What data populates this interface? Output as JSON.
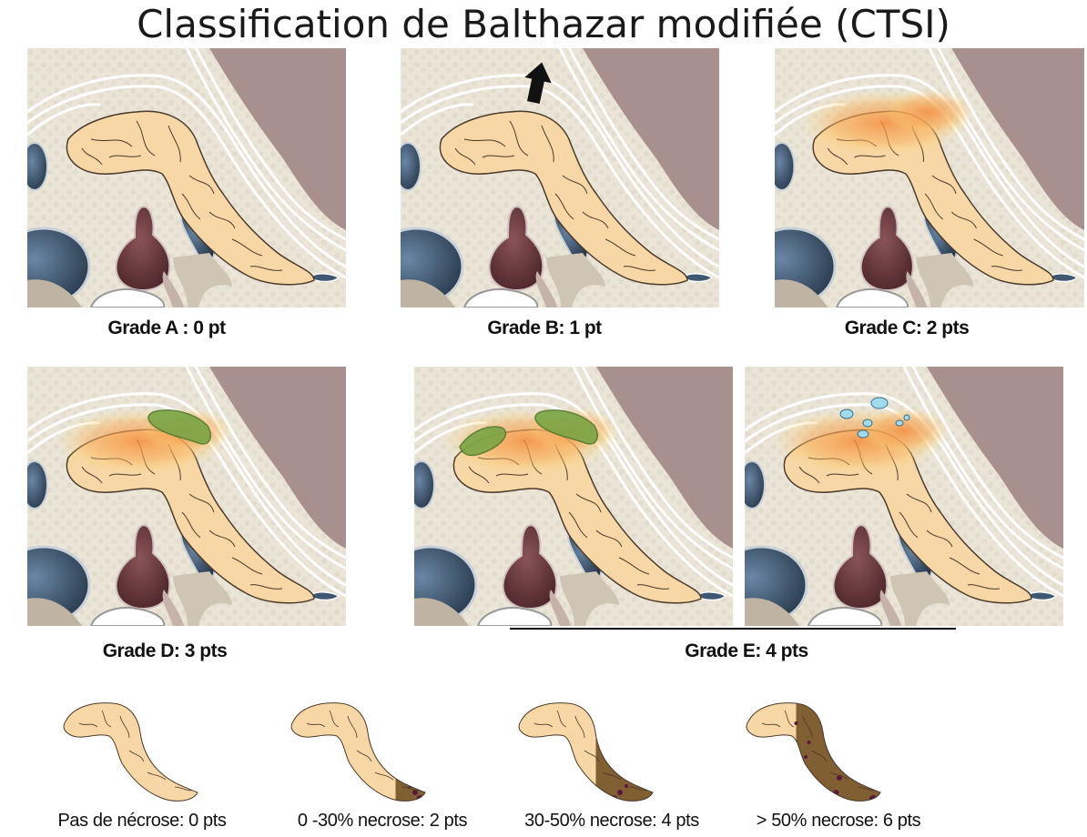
{
  "title": "Classification de Balthazar modifiée (CTSI)",
  "panels": [
    {
      "id": "A",
      "label": "Grade A : 0 pt",
      "features": []
    },
    {
      "id": "B",
      "label": "Grade B: 1 pt",
      "features": [
        "arrow-icon"
      ]
    },
    {
      "id": "C",
      "label": "Grade C: 2 pts",
      "features": [
        "inflammation"
      ]
    },
    {
      "id": "D",
      "label": "Grade D: 3 pts",
      "features": [
        "inflammation",
        "collection"
      ]
    },
    {
      "id": "E1",
      "label": "",
      "features": [
        "inflammation",
        "collection",
        "collection"
      ]
    },
    {
      "id": "E2",
      "label": "",
      "features": [
        "inflammation",
        "gas-bubbles"
      ]
    }
  ],
  "grade_e_label": "Grade E: 4 pts",
  "necrosis": [
    {
      "label": "Pas de nécrose: 0 pts",
      "fraction": 0
    },
    {
      "label": "0 -30% necrose: 2 pts",
      "fraction": 0.25
    },
    {
      "label": "30-50% necrose: 4 pts",
      "fraction": 0.45
    },
    {
      "label": "> 50% necrose: 6 pts",
      "fraction": 0.65
    }
  ],
  "colors": {
    "pancreas": "#f7d7a6",
    "pancreas_outline": "#4a3a2a",
    "fat": "#e9e3d6",
    "liver": "#a8908e",
    "vessel_blue": "#3e5872",
    "vessel_red": "#6a3a3d",
    "inflammation": "#f6a85a",
    "collection": "#7aa545",
    "gas": "#9fdcef",
    "necrosis": "#6b4a1e"
  }
}
